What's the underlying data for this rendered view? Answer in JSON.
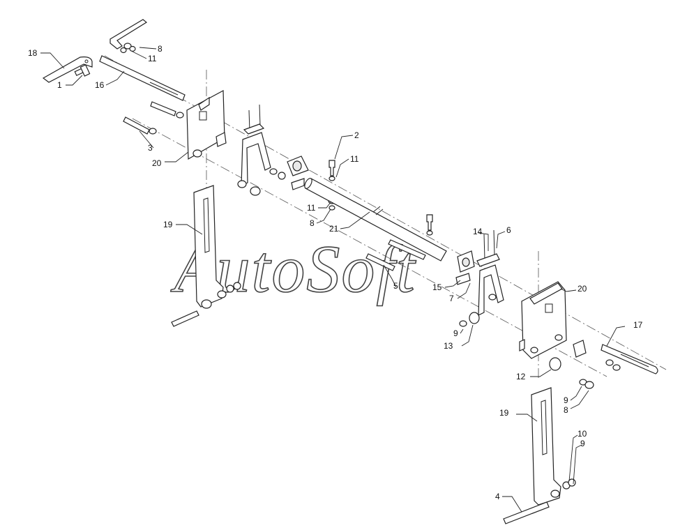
{
  "watermark": "AutoSoft",
  "callouts": [
    {
      "id": "c18a",
      "label": "18"
    },
    {
      "id": "c8a",
      "label": "8"
    },
    {
      "id": "c11a",
      "label": "11"
    },
    {
      "id": "c1",
      "label": "1"
    },
    {
      "id": "c16",
      "label": "16"
    },
    {
      "id": "c3",
      "label": "3"
    },
    {
      "id": "c20a",
      "label": "20"
    },
    {
      "id": "c2",
      "label": "2"
    },
    {
      "id": "c11b",
      "label": "11"
    },
    {
      "id": "c11c",
      "label": "11"
    },
    {
      "id": "c8b",
      "label": "8"
    },
    {
      "id": "c21",
      "label": "21"
    },
    {
      "id": "c19a",
      "label": "19"
    },
    {
      "id": "c5",
      "label": "5"
    },
    {
      "id": "c14",
      "label": "14"
    },
    {
      "id": "c6",
      "label": "6"
    },
    {
      "id": "c15",
      "label": "15"
    },
    {
      "id": "c7",
      "label": "7"
    },
    {
      "id": "c20b",
      "label": "20"
    },
    {
      "id": "c9a",
      "label": "9"
    },
    {
      "id": "c13",
      "label": "13"
    },
    {
      "id": "c17",
      "label": "17"
    },
    {
      "id": "c12",
      "label": "12"
    },
    {
      "id": "c9b",
      "label": "9"
    },
    {
      "id": "c8c",
      "label": "8"
    },
    {
      "id": "c19b",
      "label": "19"
    },
    {
      "id": "c10",
      "label": "10"
    },
    {
      "id": "c9c",
      "label": "9"
    },
    {
      "id": "c4",
      "label": "4"
    }
  ]
}
